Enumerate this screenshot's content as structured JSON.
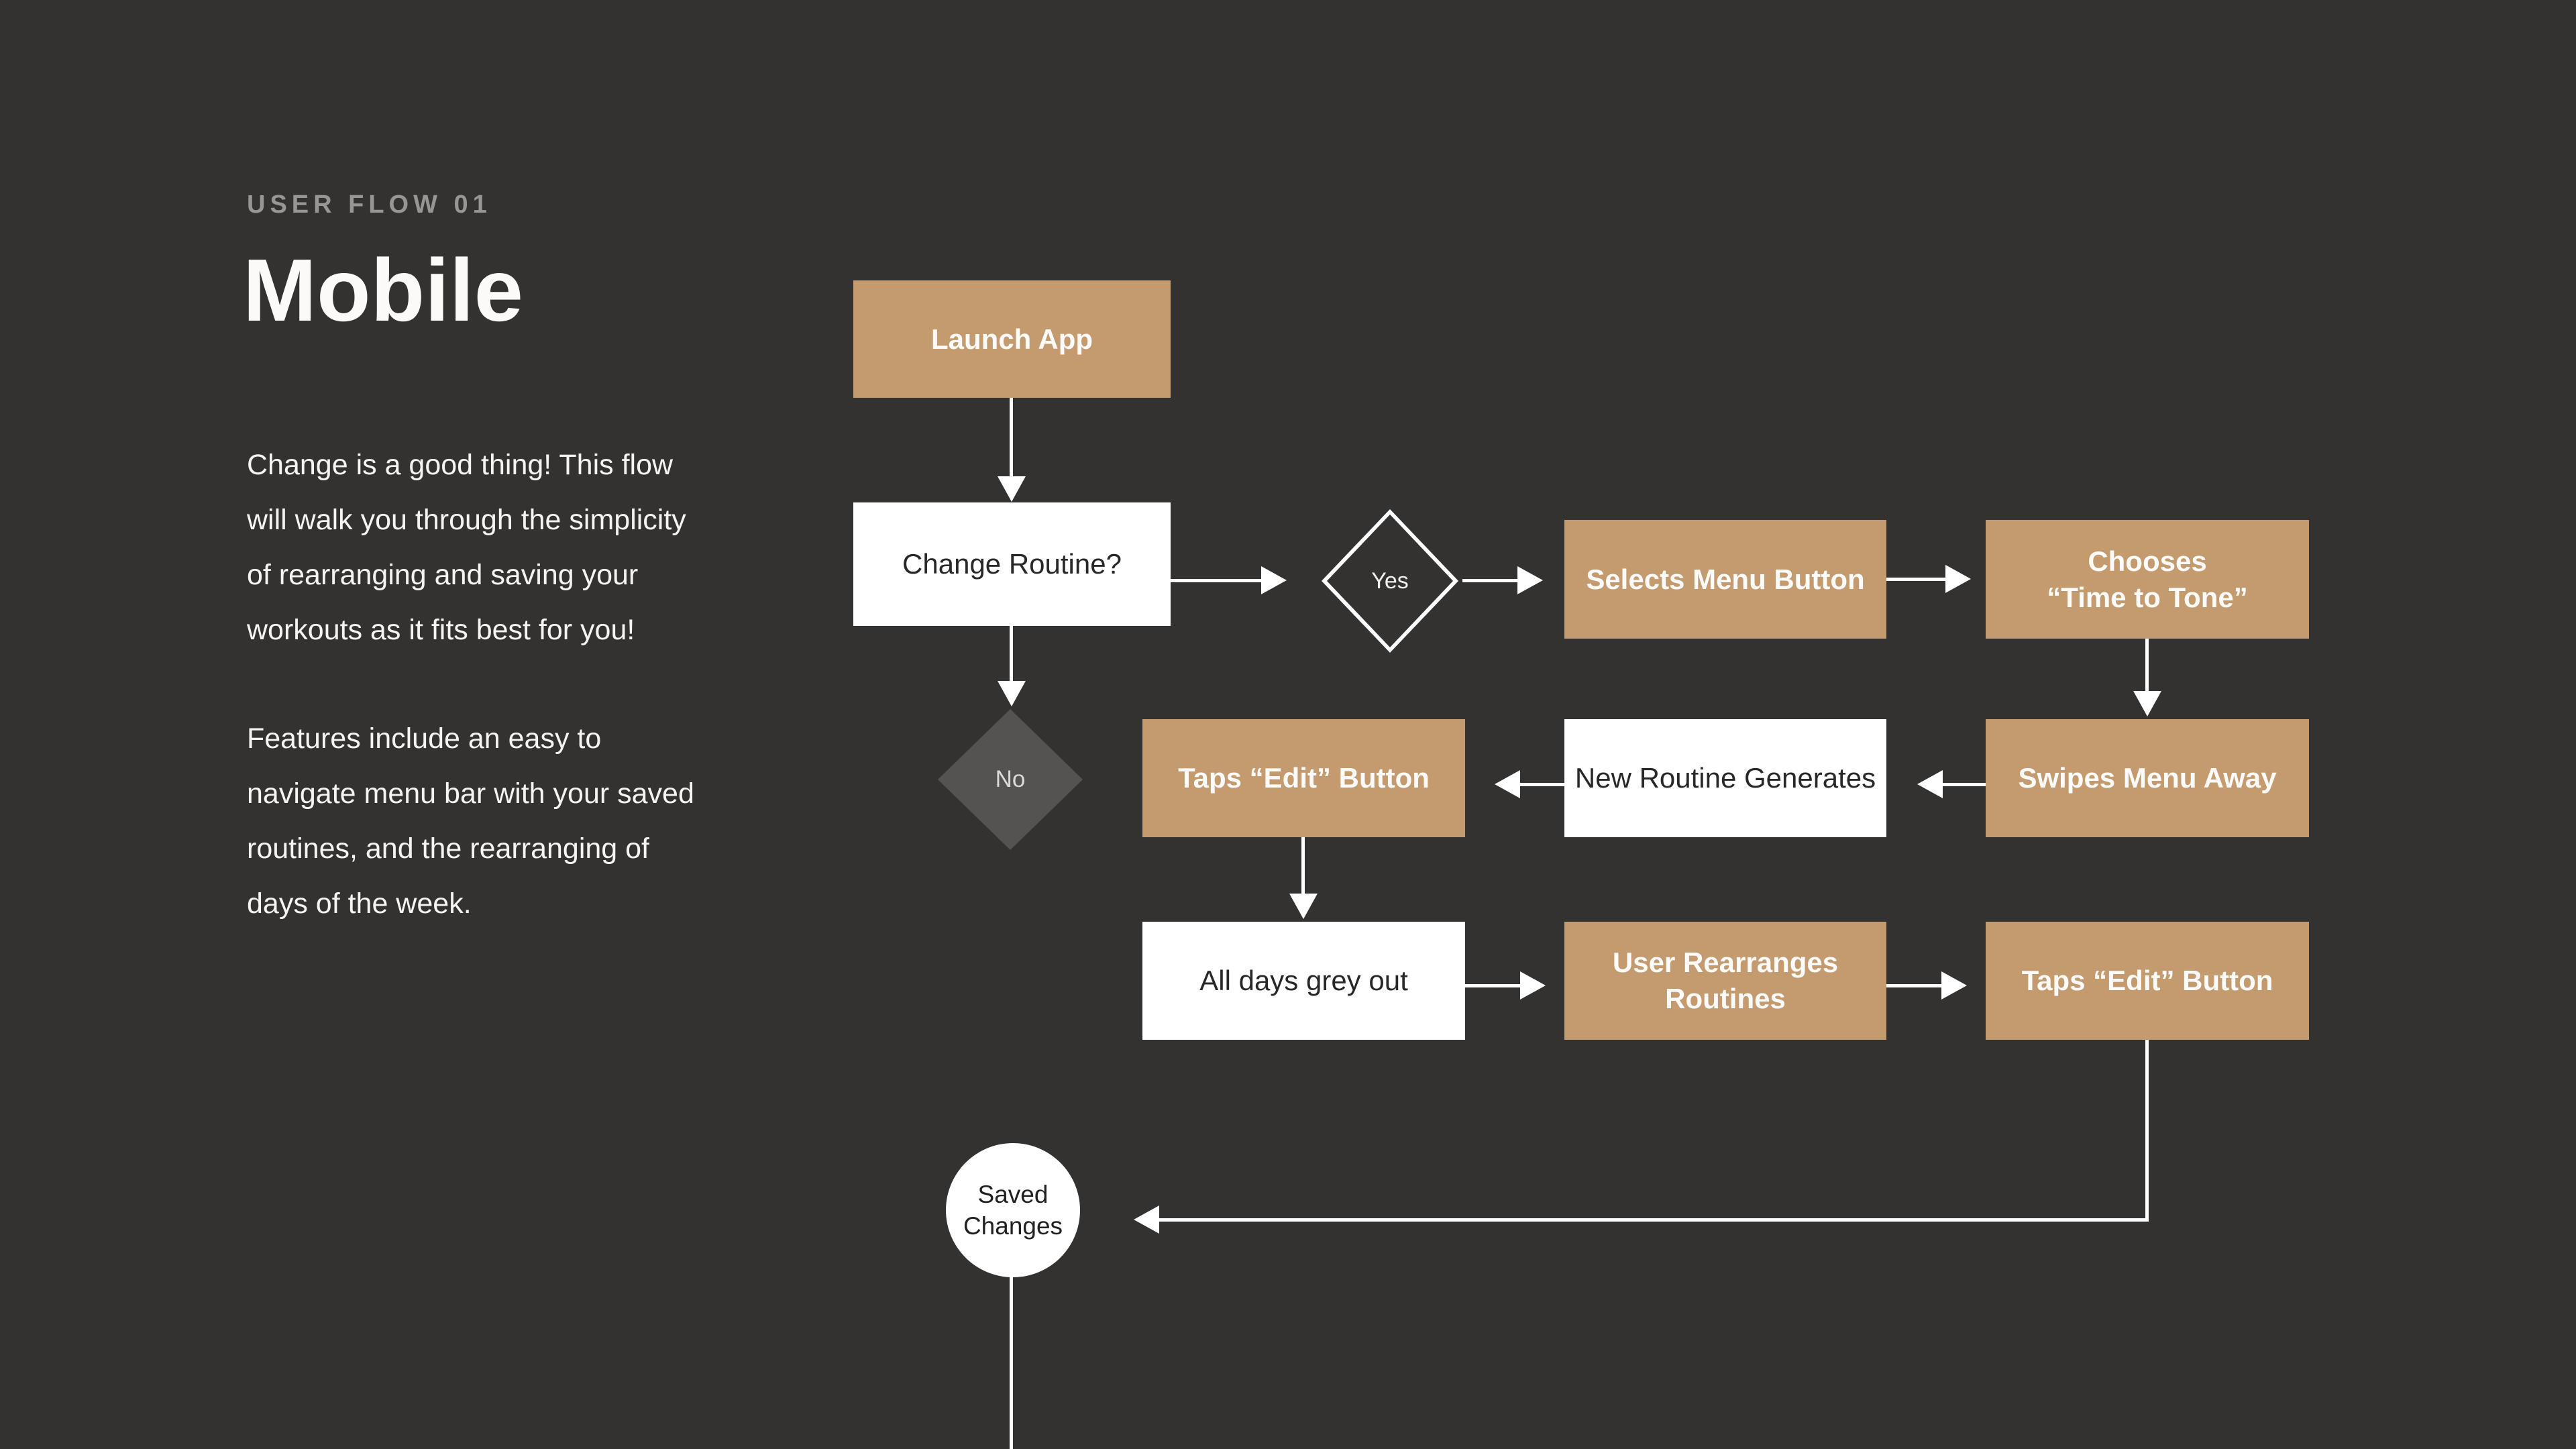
{
  "canvas": {
    "background": "#333231",
    "accent_tan": "#c49b6e",
    "box_white": "#ffffff",
    "diamond_grey": "#555351",
    "connector_color": "#ffffff"
  },
  "header": {
    "eyebrow": "USER FLOW 01",
    "title": "Mobile"
  },
  "description": {
    "para1": "Change is a good thing! This flow\nwill walk you through the simplicity\nof rearranging and saving your\nworkouts as it fits best for you!",
    "para2": "Features include an easy to\nnavigate menu bar with your saved\nroutines, and the rearranging of\ndays of the week."
  },
  "flowchart": {
    "nodes": {
      "launch_app": {
        "label": "Launch App"
      },
      "change_routine": {
        "label": "Change Routine?"
      },
      "yes": {
        "label": "Yes"
      },
      "no": {
        "label": "No"
      },
      "selects_menu": {
        "label": "Selects Menu Button"
      },
      "chooses_time_to_tone": {
        "label": "Chooses\n“Time to Tone”"
      },
      "swipes_menu_away": {
        "label": "Swipes Menu Away"
      },
      "new_routine_generates": {
        "label": "New Routine Generates"
      },
      "taps_edit_1": {
        "label": "Taps “Edit” Button"
      },
      "all_days_grey_out": {
        "label": "All days grey out"
      },
      "user_rearranges": {
        "label": "User Rearranges\nRoutines"
      },
      "taps_edit_2": {
        "label": "Taps “Edit” Button"
      },
      "saved_changes": {
        "label": "Saved\nChanges"
      }
    }
  }
}
